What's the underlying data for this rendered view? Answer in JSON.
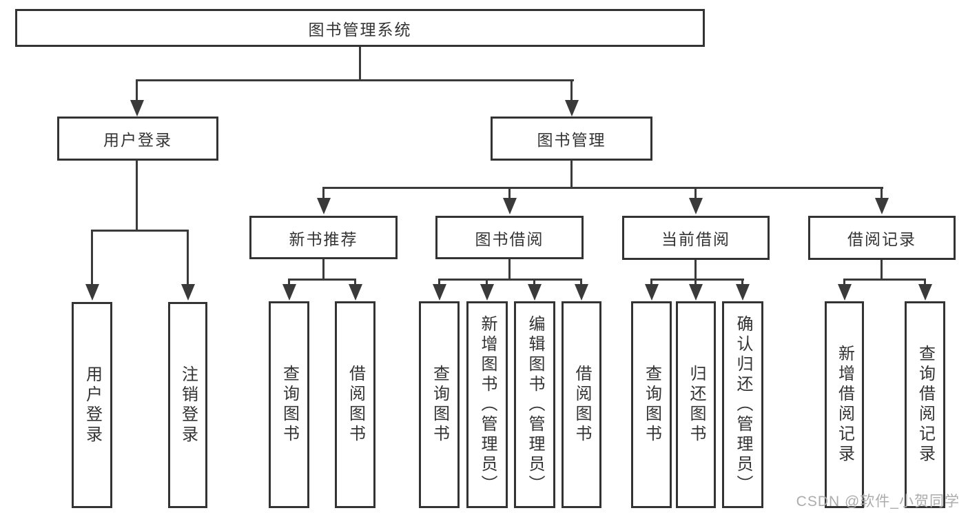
{
  "diagram": {
    "root": {
      "label": "图书管理系统"
    },
    "level2": [
      {
        "label": "用户登录",
        "children": [
          {
            "label": "用户登录"
          },
          {
            "label": "注销登录"
          }
        ]
      },
      {
        "label": "图书管理",
        "children": [
          {
            "label": "新书推荐",
            "children": [
              {
                "label": "查询图书"
              },
              {
                "label": "借阅图书"
              }
            ]
          },
          {
            "label": "图书借阅",
            "children": [
              {
                "label": "查询图书"
              },
              {
                "label": "新增图书（管理员）"
              },
              {
                "label": "编辑图书（管理员）"
              },
              {
                "label": "借阅图书"
              }
            ]
          },
          {
            "label": "当前借阅",
            "children": [
              {
                "label": "查询图书"
              },
              {
                "label": "归还图书"
              },
              {
                "label": "确认归还（管理员）"
              }
            ]
          },
          {
            "label": "借阅记录",
            "children": [
              {
                "label": "新增借阅记录"
              },
              {
                "label": "查询借阅记录"
              }
            ]
          }
        ]
      }
    ]
  },
  "watermark": {
    "text": "CSDN @软件_小贺同学"
  },
  "colors": {
    "line": "#3a3a3a",
    "box_border": "#333333",
    "text": "#333333",
    "watermark": "#acacac",
    "background": "#ffffff"
  }
}
